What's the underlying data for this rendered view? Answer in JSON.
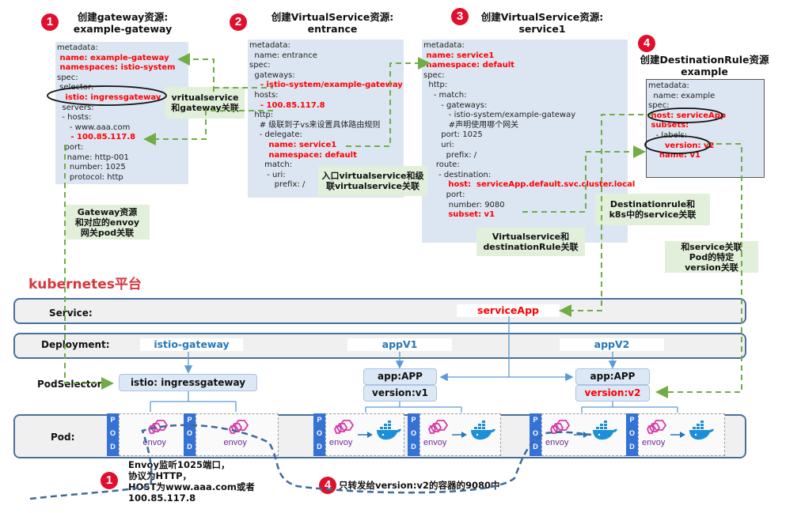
{
  "steps": {
    "step1": {
      "badge": "1",
      "title_line1": "创建gateway资源:",
      "title_line2": "example-gateway",
      "yaml": [
        {
          "text": "metadata:",
          "red": false
        },
        {
          "text": " name: example-gateway",
          "red": true
        },
        {
          "text": " namespaces: istio-system",
          "red": true
        },
        {
          "text": "spec:",
          "red": false
        },
        {
          "text": " selector:",
          "red": false
        },
        {
          "text": "   istio: ingressgateway",
          "red": true
        },
        {
          "text": "  servers:",
          "red": false
        },
        {
          "text": "  - hosts:",
          "red": false
        },
        {
          "text": "     - www.aaa.com",
          "red": false
        },
        {
          "text": "     - 100.85.117.8",
          "red": true
        },
        {
          "text": "   port:",
          "red": false
        },
        {
          "text": "    name: http-001",
          "red": false
        },
        {
          "text": "     number: 1025",
          "red": false
        },
        {
          "text": "     protocol: http",
          "red": false
        }
      ]
    },
    "step2": {
      "badge": "2",
      "title_line1": "创建VirtualService资源:",
      "title_line2": "entrance",
      "yaml": [
        {
          "text": "metadata:",
          "red": false
        },
        {
          "text": "  name: entrance",
          "red": false
        },
        {
          "text": "spec:",
          "red": false
        },
        {
          "text": "  gateways:",
          "red": false
        },
        {
          "text": "    - istio-system/example-gateway",
          "red": true
        },
        {
          "text": "  hosts:",
          "red": false
        },
        {
          "text": "    - 100.85.117.8",
          "red": true
        },
        {
          "text": "  http:",
          "red": false
        },
        {
          "text": "    # 级联到子vs来设置具体路由规则",
          "red": false
        },
        {
          "text": "    - delegate:",
          "red": false
        },
        {
          "text": "       name: service1",
          "red": true
        },
        {
          "text": "       namespace: default",
          "red": true
        },
        {
          "text": "      match:",
          "red": false
        },
        {
          "text": "       - uri:",
          "red": false
        },
        {
          "text": "          prefix: /",
          "red": false
        }
      ]
    },
    "step3": {
      "badge": "3",
      "title_line1": "创建VirtualService资源:",
      "title_line2": "service1",
      "yaml": [
        {
          "text": "metadata:",
          "red": false
        },
        {
          "text": " name: service1",
          "red": true
        },
        {
          "text": " namespace: default",
          "red": true
        },
        {
          "text": "spec:",
          "red": false
        },
        {
          "text": "  http:",
          "red": false
        },
        {
          "text": "    - match:",
          "red": false
        },
        {
          "text": "       - gateways:",
          "red": false
        },
        {
          "text": "          - istio-system/example-gateway",
          "red": false
        },
        {
          "text": "          #声明使用哪个网关",
          "red": false
        },
        {
          "text": "       port: 1025",
          "red": false
        },
        {
          "text": "       uri:",
          "red": false
        },
        {
          "text": "         prefix: /",
          "red": false
        },
        {
          "text": "     route:",
          "red": false
        },
        {
          "text": "      - destination:",
          "red": false
        },
        {
          "text": "         host:  serviceApp.default.svc.cluster.local",
          "red": true
        },
        {
          "text": "         port:",
          "red": false
        },
        {
          "text": "          number: 9080",
          "red": false
        },
        {
          "text": "         subset: v1",
          "red": true
        }
      ]
    },
    "step4": {
      "badge": "4",
      "title_line1": "创建DestinationRule资源",
      "title_line2": "example",
      "yaml": [
        {
          "text": "metadata:",
          "red": false
        },
        {
          "text": "  name: example",
          "red": false
        },
        {
          "text": "spec:",
          "red": false
        },
        {
          "text": " host: serviceApp",
          "red": true
        },
        {
          "text": " subsets:",
          "red": true
        },
        {
          "text": "   - labels:",
          "red": false
        },
        {
          "text": "      version: v2",
          "red": true
        },
        {
          "text": "    name: v1",
          "red": true
        }
      ]
    }
  },
  "notes": {
    "vs_gateway": "vritualservice\n和gateway关联",
    "entrance_cascade": "入口virtualservice和级\n联virtualservice关联",
    "vs_dr": "Virtualservice和\ndestinationRule关联",
    "dr_service": "Destinationrule和\nk8s中的service关联",
    "gateway_pod": "Gateway资源\n和对应的envoy\n网关pod关联",
    "service_pod_version": "和service关联\nPod的特定\nversion关联"
  },
  "k8s": {
    "title": "kubernetes平台",
    "lanes": {
      "service": "Service:",
      "deployment": "Deployment:",
      "podselector": "PodSelector:",
      "pod": "Pod:"
    },
    "service_name": "serviceApp",
    "deployments": [
      "istio-gateway",
      "appV1",
      "appV2"
    ],
    "selectors": {
      "gateway": "istio: ingressgateway",
      "v1_app": "app:APP",
      "v1_version": "version:v1",
      "v2_app": "app:APP",
      "v2_version": "version:v2"
    },
    "pod_tag": [
      "P",
      "O",
      "D"
    ],
    "envoy_label": "envoy"
  },
  "flow_notes": {
    "step1_badge": "1",
    "step1_text": "Envoy监听1025端口，\n协议为HTTP，\nHOST为www.aaa.com或者\n100.85.117.8",
    "step4_badge": "4",
    "step4_text": "只转发给version:v2的容器的9080中"
  },
  "colors": {
    "badge_red": "#e0102d",
    "yaml_bg": "#dce6f2",
    "note_bg": "#e2efda",
    "link_green": "#70ad47",
    "flow_blue": "#3d6a99",
    "pod_blue": "#3572d6",
    "k8s_title": "#d6373d",
    "deployment_text": "#2677b8"
  }
}
